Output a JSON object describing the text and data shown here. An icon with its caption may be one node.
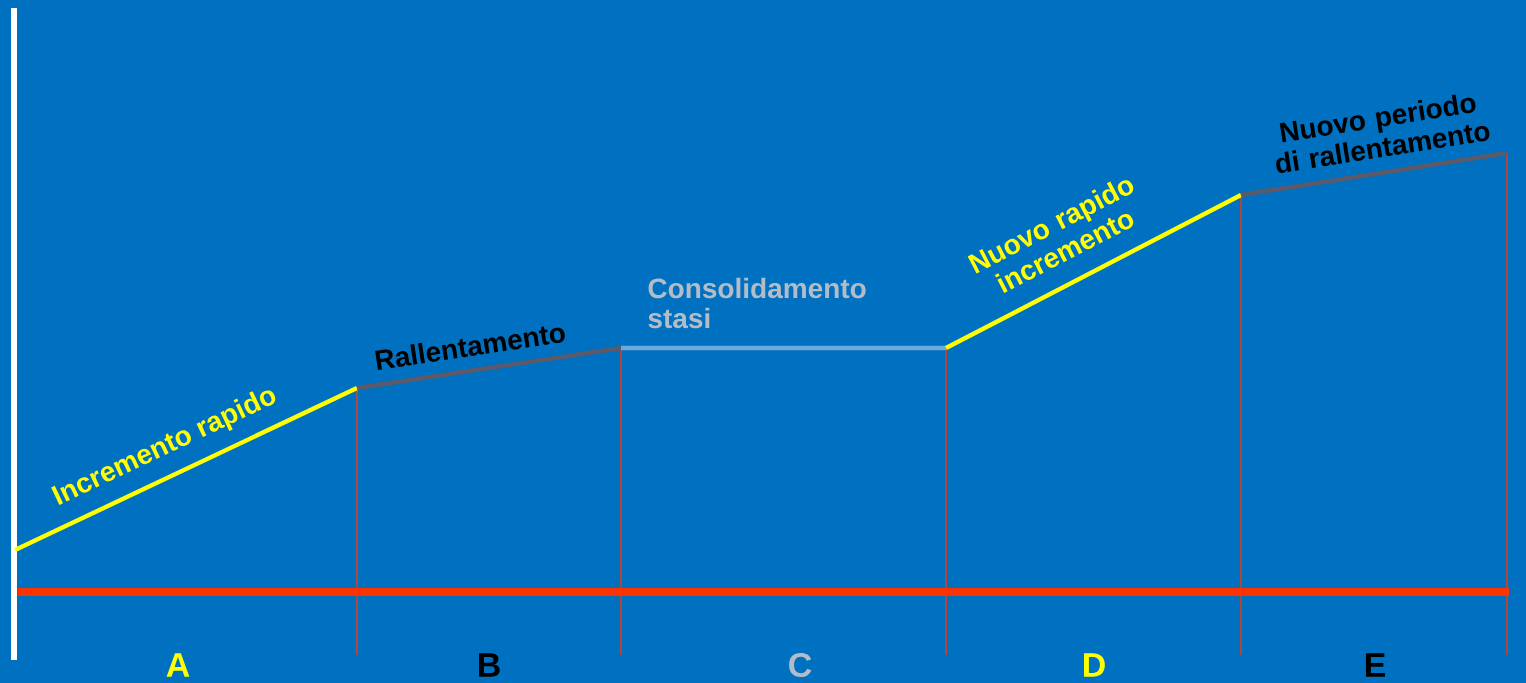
{
  "diagram": {
    "labels": [
      "Incremento rapido",
      "Rallentamento",
      "Consolidamento stasi",
      "Nuovo rapido incremento",
      "Nuovo periodo di rallentamento",
      "A",
      "B",
      "C",
      "D",
      "E"
    ]
  }
}
